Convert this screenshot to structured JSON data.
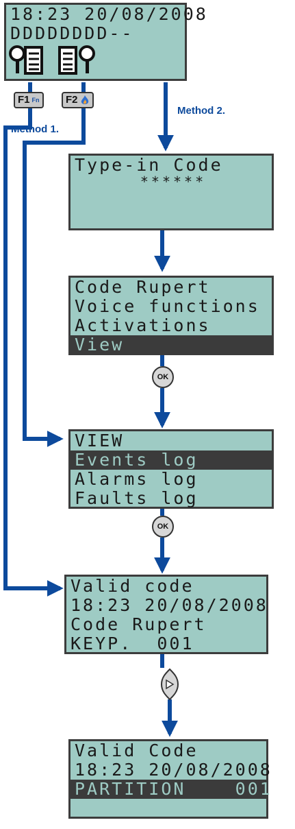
{
  "top_display": {
    "line1": "18:23 20/08/2008",
    "line2": "DDDDDDDD--",
    "icons": [
      "key-log-icon",
      "log-key-icon"
    ]
  },
  "keys": {
    "f1": {
      "label": "F1",
      "sub": "Fn"
    },
    "f2": {
      "label": "F2",
      "sub_icon": "flame-icon"
    }
  },
  "methods": {
    "method1": "Method 1.",
    "method2": "Method 2."
  },
  "code_display": {
    "line1": "Type-in Code",
    "line2": "******"
  },
  "user_menu": {
    "lines": [
      "Code Rupert",
      "Voice functions",
      "Activations",
      "View"
    ],
    "highlighted": "View"
  },
  "ok_label": "OK",
  "view_menu": {
    "lines": [
      "VIEW",
      "Events log",
      "Alarms log",
      "Faults log"
    ],
    "highlighted": "Events log"
  },
  "event_display": {
    "lines": [
      "Valid code",
      "18:23 20/08/2008",
      "Code Rupert",
      "KEYP.  001"
    ]
  },
  "nav_key": {
    "icon": "right-arrow-key-icon"
  },
  "detail_display": {
    "lines": [
      "Valid Code",
      "18:23 20/08/2008",
      "PARTITION    001",
      ""
    ],
    "highlighted": "PARTITION    001"
  },
  "colors": {
    "lcd_background": "#9ecbc4",
    "lcd_highlight": "#3b3b3b",
    "arrow_blue": "#0d4a9c"
  }
}
